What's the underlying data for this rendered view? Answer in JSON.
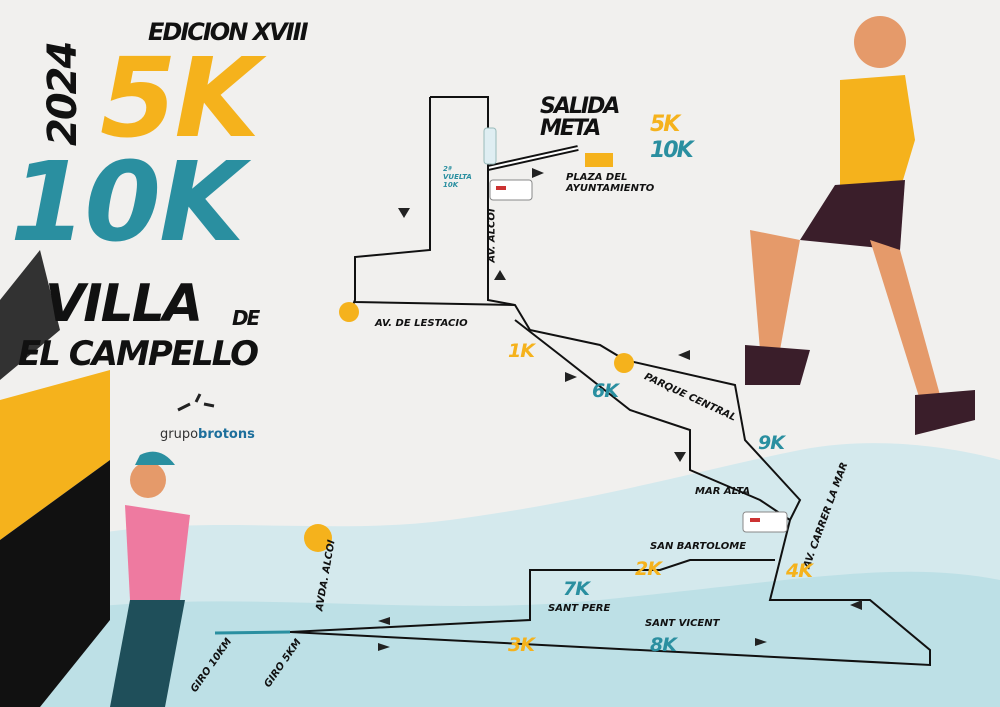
{
  "title": {
    "edition": "EDICION XVIII",
    "year": "2024",
    "race_5k": "5K",
    "race_10k": "10K",
    "villa": "VILLA",
    "de": "DE",
    "town": "EL CAMPELLO"
  },
  "sponsor": {
    "part1": "grupo",
    "part2": "brotons"
  },
  "start": {
    "line1": "SALIDA",
    "line2": "META",
    "k5": "5K",
    "k10": "10K"
  },
  "streets": {
    "plaza": "PLAZA DEL AYUNTAMIENTO",
    "av_alcoi": "AV. ALCOI",
    "av_lestacio": "AV. DE LESTACIO",
    "parque_central": "PARQUE CENTRAL",
    "mar_alta": "MAR ALTA",
    "av_carrer_la_mar": "AV. CARRER LA MAR",
    "san_bartolome": "SAN BARTOLOME",
    "sant_pere": "SANT PERE",
    "sant_vicent": "SANT VICENT",
    "avda_alcoi": "AVDA. ALCOI",
    "giro_10km": "GIRO 10KM",
    "giro_5km": "GIRO 5KM",
    "vuelta_10k": "2ª VUELTA 10K"
  },
  "km_markers": {
    "k1": "1K",
    "k2": "2K",
    "k3": "3K",
    "k4": "4K",
    "k6": "6K",
    "k7": "7K",
    "k8": "8K",
    "k9": "9K"
  },
  "colors": {
    "yellow": "#f5b21c",
    "teal": "#2a8fa0",
    "black": "#111111",
    "water": "#bfe0e6"
  },
  "icons": [
    "water-bottle-icon",
    "ambulance-icon",
    "direction-arrow-icon",
    "refreshment-point-icon",
    "runner-illustration"
  ]
}
